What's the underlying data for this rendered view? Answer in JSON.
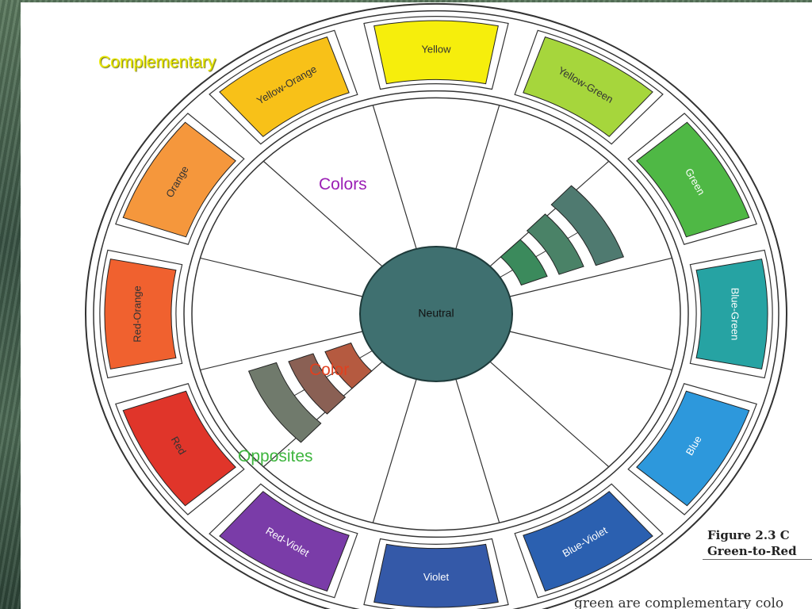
{
  "segments": [
    {
      "label": "Yellow",
      "color": "#f6ee0c",
      "text_color": "#333333"
    },
    {
      "label": "Yellow-Green",
      "color": "#a6d63c",
      "text_color": "#333333"
    },
    {
      "label": "Green",
      "color": "#4fb845",
      "text_color": "#ffffff"
    },
    {
      "label": "Blue-Green",
      "color": "#26a3a3",
      "text_color": "#ffffff"
    },
    {
      "label": "Blue",
      "color": "#2d98dc",
      "text_color": "#ffffff"
    },
    {
      "label": "Blue-Violet",
      "color": "#2b60b0",
      "text_color": "#ffffff"
    },
    {
      "label": "Violet",
      "color": "#3459a8",
      "text_color": "#ffffff"
    },
    {
      "label": "Red-Violet",
      "color": "#7a3ca8",
      "text_color": "#ffffff"
    },
    {
      "label": "Red",
      "color": "#e0352a",
      "text_color": "#333333"
    },
    {
      "label": "Red-Orange",
      "color": "#f0612f",
      "text_color": "#333333"
    },
    {
      "label": "Orange",
      "color": "#f5973c",
      "text_color": "#333333"
    },
    {
      "label": "Yellow-Orange",
      "color": "#f8c118",
      "text_color": "#333333"
    }
  ],
  "center": {
    "label": "Neutral",
    "color": "#3f7070"
  },
  "green_steps": [
    "#3b8a5c",
    "#4a8267",
    "#4f7a70"
  ],
  "red_steps": [
    "#b55a40",
    "#8a6054",
    "#707a6c"
  ],
  "overlay": {
    "complementary": "Complementary",
    "colors": "Colors",
    "color": "Color",
    "opposites": "Opposites"
  },
  "figure": {
    "line1": "Figure 2.3   C",
    "line2": "Green-to-Red",
    "bottom_text": "green are complementary colo"
  }
}
